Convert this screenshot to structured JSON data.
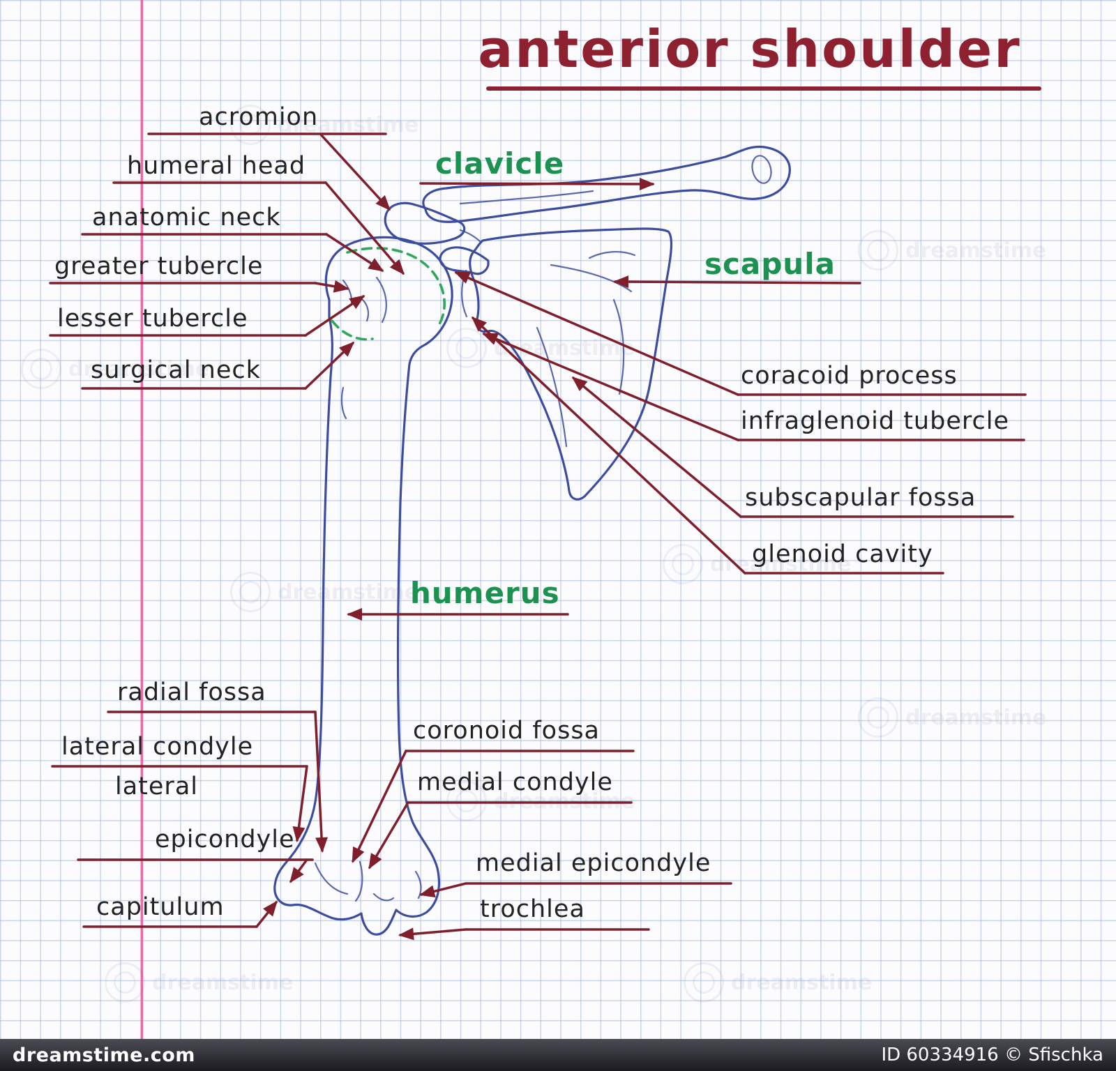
{
  "title": "anterior shoulder",
  "labels": {
    "acromion": "acromion",
    "humeral_head": "humeral head",
    "anatomic_neck": "anatomic neck",
    "greater_tubercle": "greater tubercle",
    "lesser_tubercle": "lesser tubercle",
    "surgical_neck": "surgical neck",
    "clavicle": "clavicle",
    "scapula": "scapula",
    "coracoid_process": "coracoid process",
    "infraglenoid_tubercle": "infraglenoid tubercle",
    "subscapular_fossa": "subscapular fossa",
    "glenoid_cavity": "glenoid cavity",
    "humerus": "humerus",
    "radial_fossa": "radial fossa",
    "lateral_condyle": "lateral condyle",
    "lateral_epicondyle_line1": "lateral",
    "lateral_epicondyle_line2": "epicondyle",
    "capitulum": "capitulum",
    "coronoid_fossa": "coronoid fossa",
    "medial_condyle": "medial condyle",
    "medial_epicondyle": "medial epicondyle",
    "trochlea": "trochlea"
  },
  "colors": {
    "title_red": "#8e2130",
    "arrow_red": "#7e1f2b",
    "label_ink": "#222222",
    "bone_name_green": "#1d9150",
    "bone_outline_blue": "#3d4d9e",
    "grid_blue": "#a0b2de",
    "margin_pink": "#f0559b"
  },
  "watermark": {
    "text": "dreamstime"
  },
  "footer": {
    "site": "dreamstime.com",
    "credit": "ID 60334916 © Sfischka"
  }
}
